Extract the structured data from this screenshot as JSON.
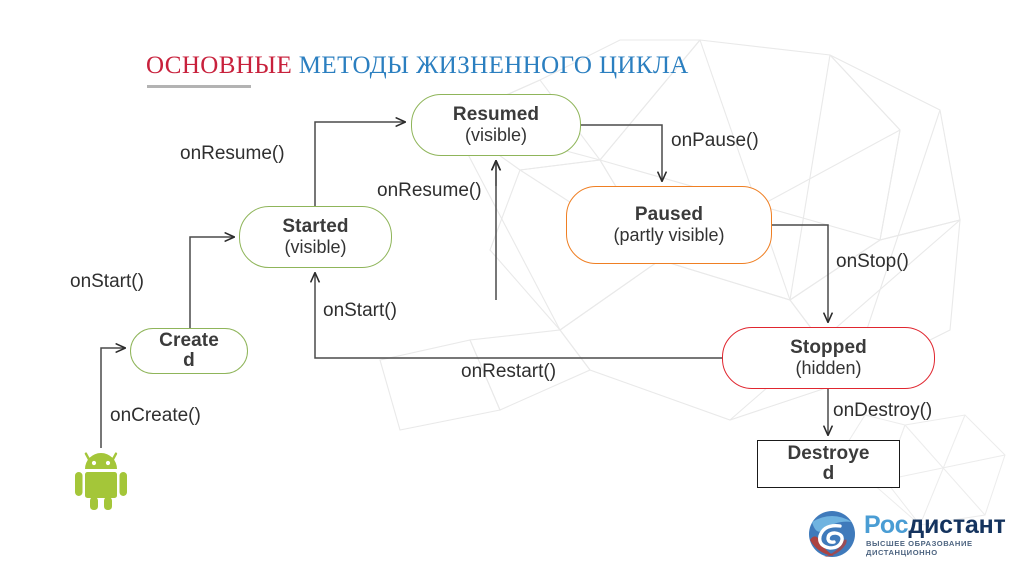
{
  "title": {
    "part_red": "ОСНОВНЫЕ",
    "part_blue": " МЕТОДЫ ЖИЗНЕННОГО ЦИКЛА",
    "accent_red": "#c8213c",
    "accent_blue": "#2b7fc0"
  },
  "diagram": {
    "type": "state-machine",
    "subject": "Android activity lifecycle",
    "nodes": [
      {
        "id": "resumed",
        "title": "Resumed",
        "subtitle": "(visible)",
        "color": "#8fb55a"
      },
      {
        "id": "paused",
        "title": "Paused",
        "subtitle": "(partly visible)",
        "color": "#ef7f23"
      },
      {
        "id": "started",
        "title": "Started",
        "subtitle": "(visible)",
        "color": "#8fb55a"
      },
      {
        "id": "created",
        "title": "Create",
        "subtitle": "d",
        "color": "#8fb55a"
      },
      {
        "id": "stopped",
        "title": "Stopped",
        "subtitle": "(hidden)",
        "color": "#e0262f"
      },
      {
        "id": "destroyed",
        "title": "Destroye",
        "subtitle": "d",
        "color": "#1a1a1a"
      }
    ],
    "edges": [
      {
        "id": "onresume-1",
        "label": "onResume()",
        "from": "started",
        "to": "resumed"
      },
      {
        "id": "onresume-2",
        "label": "onResume()",
        "from": "paused",
        "to": "resumed"
      },
      {
        "id": "onpause",
        "label": "onPause()",
        "from": "resumed",
        "to": "paused"
      },
      {
        "id": "onstop",
        "label": "onStop()",
        "from": "paused",
        "to": "stopped"
      },
      {
        "id": "onstart-1",
        "label": "onStart()",
        "from": "created",
        "to": "started"
      },
      {
        "id": "onstart-2",
        "label": "onStart()",
        "from": "restart",
        "to": "started"
      },
      {
        "id": "onrestart",
        "label": "onRestart()",
        "from": "stopped",
        "to": "started"
      },
      {
        "id": "oncreate",
        "label": "onCreate()",
        "from": "android",
        "to": "created"
      },
      {
        "id": "ondestroy",
        "label": "onDestroy()",
        "from": "stopped",
        "to": "destroyed"
      }
    ]
  },
  "android_logo": {
    "name": "android-robot-icon",
    "color": "#a4c639"
  },
  "brand": {
    "name_light": "Рос",
    "name_dark": "дистант",
    "tagline": "ВЫСШЕЕ ОБРАЗОВАНИЕ ДИСТАНЦИОННО",
    "color_light": "#4a9dd4",
    "color_dark": "#14335e"
  }
}
